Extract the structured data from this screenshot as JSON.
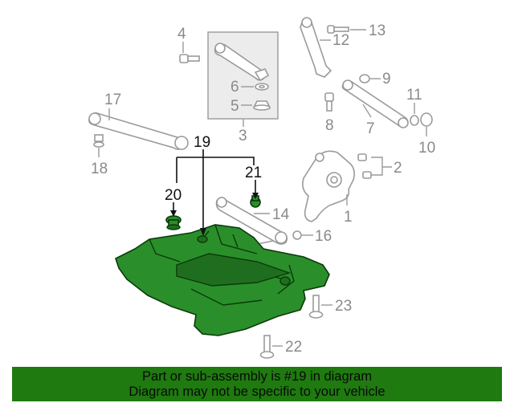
{
  "callouts": {
    "c1": "1",
    "c2": "2",
    "c3": "3",
    "c4": "4",
    "c5": "5",
    "c6": "6",
    "c7": "7",
    "c8": "8",
    "c9": "9",
    "c10": "10",
    "c11": "11",
    "c12": "12",
    "c13": "13",
    "c14": "14",
    "c16": "16",
    "c17": "17",
    "c18": "18",
    "c19": "19",
    "c20": "20",
    "c21": "21",
    "c22": "22",
    "c23": "23"
  },
  "banner": {
    "line1": "Part or sub-assembly is #19 in diagram",
    "line2": "Diagram may not be specific to your vehicle"
  },
  "colors": {
    "highlight": "#2a8f2a",
    "banner_background": "#1f7a0f"
  }
}
